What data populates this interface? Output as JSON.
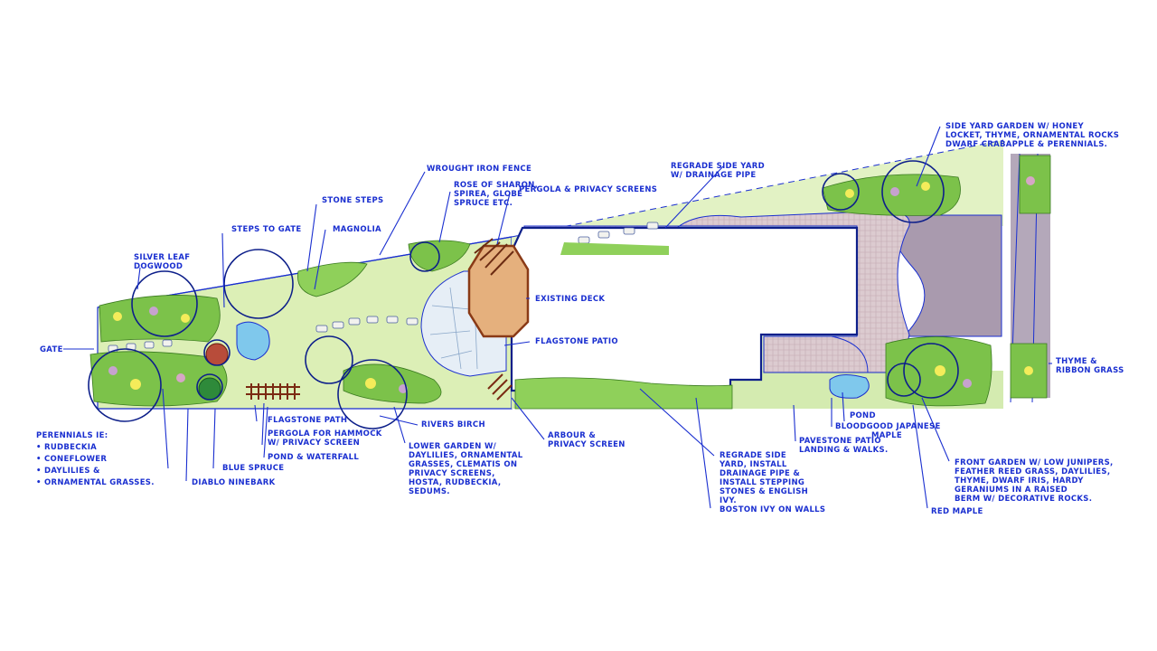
{
  "labels": {
    "gate": "GATE",
    "silver_leaf_dogwood": [
      "SILVER LEAF",
      "DOGWOOD"
    ],
    "steps_to_gate": "STEPS TO GATE",
    "stone_steps": "STONE STEPS",
    "magnolia": "MAGNOLIA",
    "wrought_iron_fence": "WROUGHT IRON FENCE",
    "rose_of_sharon": [
      "ROSE OF SHARON,",
      "SPIREA, GLOBE",
      "SPRUCE ETC."
    ],
    "pergola_privacy": "PERGOLA & PRIVACY SCREENS",
    "existing_deck": "EXISTING DECK",
    "flagstone_patio": "FLAGSTONE PATIO",
    "regrade_side_yard_top": [
      "REGRADE SIDE YARD",
      "W/ DRAINAGE PIPE"
    ],
    "side_yard_garden": [
      "SIDE YARD GARDEN W/ HONEY",
      "LOCKET, THYME, ORNAMENTAL ROCKS",
      "DWARF CRABAPPLE & PERENNIALS."
    ],
    "thyme_ribbon_grass": [
      "THYME &",
      "RIBBON GRASS"
    ],
    "perennials": [
      "PERENNIALS IE:",
      "• RUDBECKIA",
      "• CONEFLOWER",
      "• DAYLILIES &",
      "• ORNAMENTAL GRASSES."
    ],
    "diablo_ninebark": "DIABLO NINEBARK",
    "blue_spruce": "BLUE SPRUCE",
    "pond_waterfall": "POND & WATERFALL",
    "pergola_hammock": [
      "PERGOLA FOR HAMMOCK",
      "W/ PRIVACY SCREEN"
    ],
    "flagstone_path": "FLAGSTONE PATH",
    "rivers_birch": "RIVERS BIRCH",
    "lower_garden": [
      "LOWER GARDEN W/",
      "DAYLILIES, ORNAMENTAL",
      "GRASSES, CLEMATIS ON",
      "PRIVACY SCREENS,",
      "HOSTA, RUDBECKIA,",
      "SEDUMS."
    ],
    "arbour_privacy": [
      "ARBOUR &",
      "PRIVACY SCREEN"
    ],
    "regrade_side_yard_bottom": [
      "REGRADE SIDE",
      "YARD, INSTALL",
      "DRAINAGE PIPE &",
      "INSTALL STEPPING",
      "STONES & ENGLISH",
      "IVY."
    ],
    "boston_ivy": "BOSTON IVY ON WALLS",
    "pavestone_patio": [
      "PAVESTONE PATIO",
      "LANDING & WALKS."
    ],
    "pond": "POND",
    "bloodgood_maple": [
      "BLOODGOOD JAPANESE",
      "MAPLE"
    ],
    "front_garden": [
      "FRONT GARDEN W/ LOW JUNIPERS,",
      "FEATHER REED GRASS, DAYLILIES,",
      "THYME, DWARF IRIS, HARDY",
      "GERANIUMS IN A RAISED",
      "BERM W/ DECORATIVE ROCKS."
    ],
    "red_maple": "RED MAPLE"
  },
  "colors": {
    "ink": "#1a2fd0",
    "lawn": "#dcefb6",
    "shrub": "#7cc24a",
    "driveway": "#a99aae",
    "deck": "#e5b07d",
    "pavestone": "#dcc6c9",
    "water": "#7fc8ec"
  }
}
